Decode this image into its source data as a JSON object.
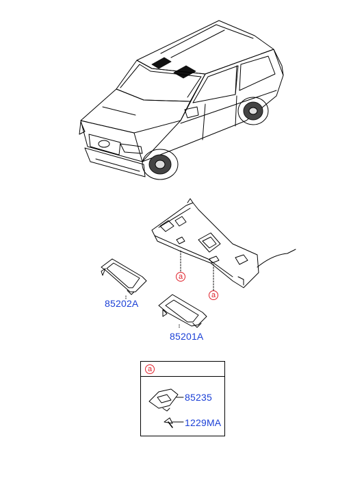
{
  "callout_letter": "a",
  "parts": {
    "visor_left": "85202A",
    "visor_right": "85201A",
    "retainer": "85235",
    "screw": "1229MA"
  },
  "icons": [
    "vehicle-illustration",
    "headliner-panel",
    "sun-visor",
    "visor-retainer",
    "screw"
  ]
}
